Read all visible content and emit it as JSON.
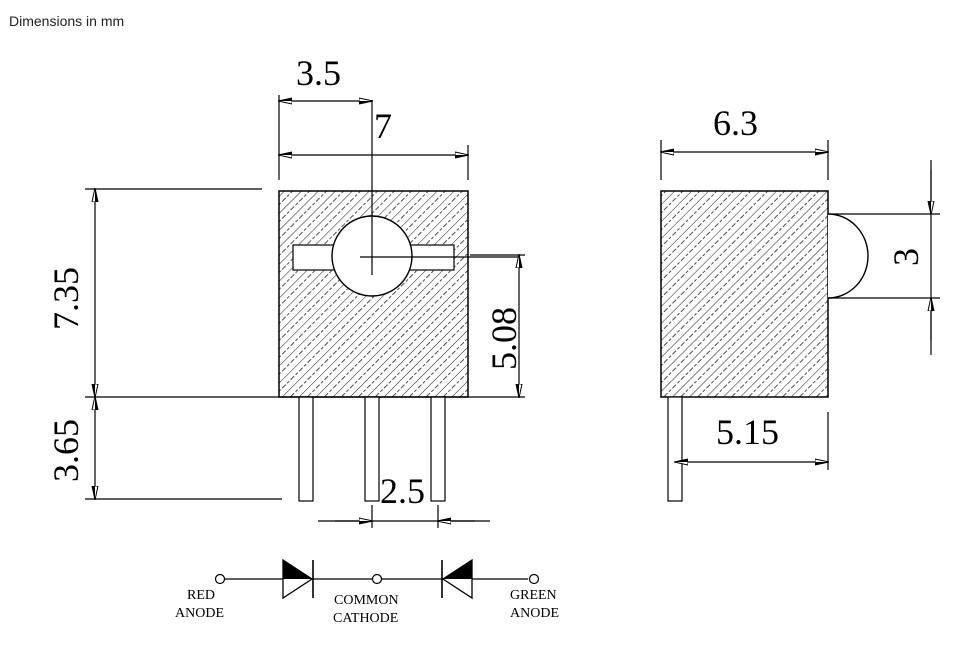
{
  "caption": "Dimensions in mm",
  "front_view": {
    "width_label": "7",
    "half_width_label": "3.5",
    "body_height_label": "7.35",
    "lead_length_label": "3.65",
    "pin_pitch_label": "5.08",
    "lead_spacing_label": "2.5"
  },
  "side_view": {
    "depth_label": "6.3",
    "dome_label": "3",
    "lead_offset_label": "5.15"
  },
  "schematic": {
    "red_anode": [
      "RED",
      "ANODE"
    ],
    "common_cathode": [
      "COMMON",
      "CATHODE"
    ],
    "green_anode": [
      "GREEN",
      "ANODE"
    ]
  }
}
